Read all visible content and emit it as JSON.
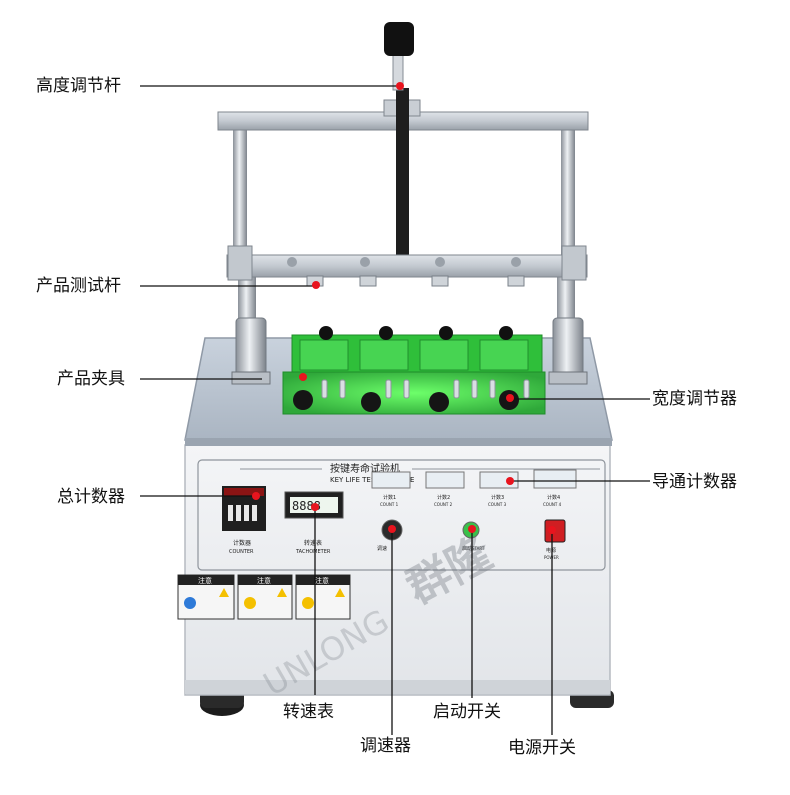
{
  "machine": {
    "title_cn": "按键寿命试验机",
    "title_en": "KEY LIFE TEST MACHINE",
    "counter_label": "计数器",
    "counter_label_en": "COUNTER",
    "tachometer_display": "8888",
    "tachometer_label": "转速表",
    "tachometer_label_en": "TACHOMETER",
    "count_labels": [
      "计数1",
      "计数2",
      "计数3",
      "计数4"
    ],
    "count_labels_en": [
      "COUNT 1",
      "COUNT 2",
      "COUNT 3",
      "COUNT 4"
    ],
    "speed_label": "调速",
    "start_label": "启动",
    "start_label_en": "START",
    "power_label": "电源",
    "power_label_en": "POWER",
    "warning_header": "注意",
    "watermark": "群隆",
    "watermark_en": "UNLONG"
  },
  "callouts": {
    "height_rod": "高度调节杆",
    "test_rod": "产品测试杆",
    "fixture": "产品夹具",
    "width_adjuster": "宽度调节器",
    "total_counter": "总计数器",
    "conduction_counter": "导通计数器",
    "tachometer": "转速表",
    "speed_controller": "调速器",
    "start_switch": "启动开关",
    "power_switch": "电源开关"
  },
  "colors": {
    "marker": "#e8141e",
    "fixture_green": "#3fce4a",
    "machine_body": "#eef0f3",
    "top_plate": "#bcc6d2",
    "chrome": "#c9ced4"
  }
}
